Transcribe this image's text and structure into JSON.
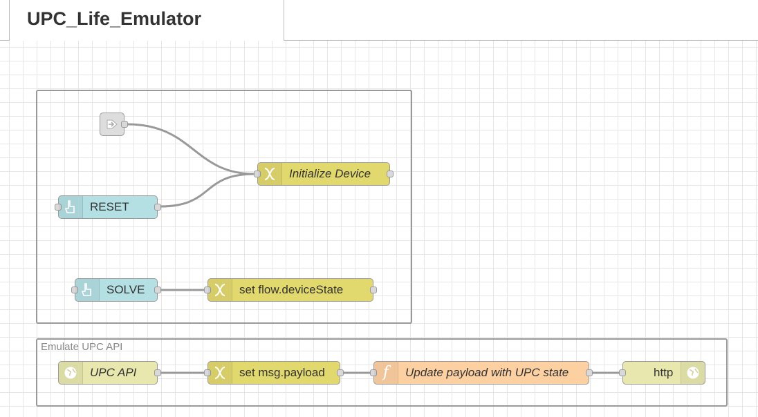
{
  "tab": {
    "title": "UPC_Life_Emulator"
  },
  "groups": {
    "emulate": {
      "label": "Emulate UPC API"
    }
  },
  "nodes": {
    "link_in": {
      "label": "",
      "icon": "link-in-icon",
      "color": "#dddddd"
    },
    "reset": {
      "label": "RESET",
      "icon": "inject-hand-icon",
      "color": "#b4dfe3"
    },
    "init_device": {
      "label": "Initialize Device",
      "icon": "change-shuffle-icon",
      "color": "#e2d96e"
    },
    "solve": {
      "label": "SOLVE",
      "icon": "inject-hand-icon",
      "color": "#b4dfe3"
    },
    "set_flow": {
      "label": "set flow.deviceState",
      "icon": "change-shuffle-icon",
      "color": "#e2d96e"
    },
    "upc_api": {
      "label": "UPC API",
      "icon": "globe-icon",
      "color": "#e7e7ae"
    },
    "set_msg": {
      "label": "set msg.payload",
      "icon": "change-shuffle-icon",
      "color": "#e2d96e"
    },
    "update_payload": {
      "label": "Update payload with UPC state",
      "icon": "function-icon",
      "color": "#fdd0a2"
    },
    "http": {
      "label": "http",
      "icon": "globe-icon",
      "color": "#e7e7ae"
    }
  },
  "colors": {
    "wire": "#999999",
    "group_border": "#999999",
    "grid": "#e6e6e6"
  }
}
